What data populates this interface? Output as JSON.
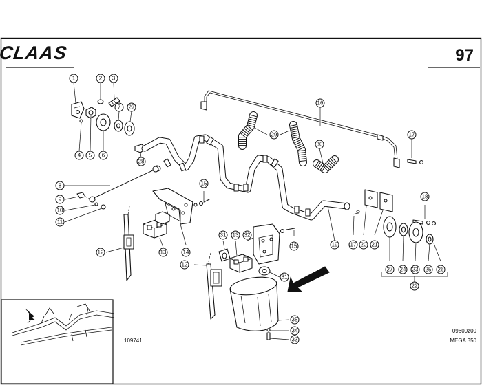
{
  "header": {
    "brand": "CLAAS",
    "page_number": "97"
  },
  "footer": {
    "drawing_number": "109741",
    "code": "09600z00",
    "model": "MEGA 350"
  },
  "callouts": [
    "1",
    "2",
    "3",
    "4",
    "5",
    "6",
    "7",
    "27",
    "28",
    "16",
    "29",
    "30",
    "17",
    "8",
    "9",
    "10",
    "11",
    "15",
    "12",
    "13",
    "14",
    "19",
    "17",
    "20",
    "21",
    "18",
    "31",
    "13",
    "32",
    "15",
    "12",
    "31",
    "27",
    "24",
    "23",
    "25",
    "26",
    "22",
    "35",
    "34",
    "33"
  ]
}
